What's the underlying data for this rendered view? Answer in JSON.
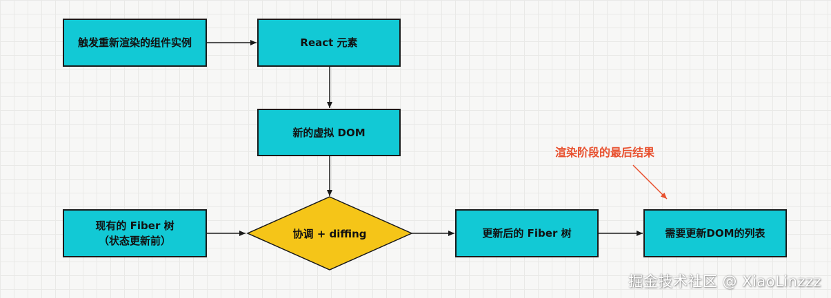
{
  "nodes": {
    "trigger": "触发重新渲染的组件实例",
    "react_element": "React 元素",
    "new_vdom": "新的虚拟 DOM",
    "current_fiber": "现有的 Fiber 树\n（状态更新前）",
    "reconcile": "协调 + diffing",
    "updated_fiber": "更新后的 Fiber 树",
    "dom_updates": "需要更新DOM的列表"
  },
  "annotation": "渲染阶段的最后结果",
  "watermark": "掘金技术社区 @ XiaoLinzzz",
  "colors": {
    "box_fill": "#12c9d5",
    "diamond_fill": "#f5c518",
    "annotation": "#e8502e",
    "stroke": "#1a1a1a"
  }
}
